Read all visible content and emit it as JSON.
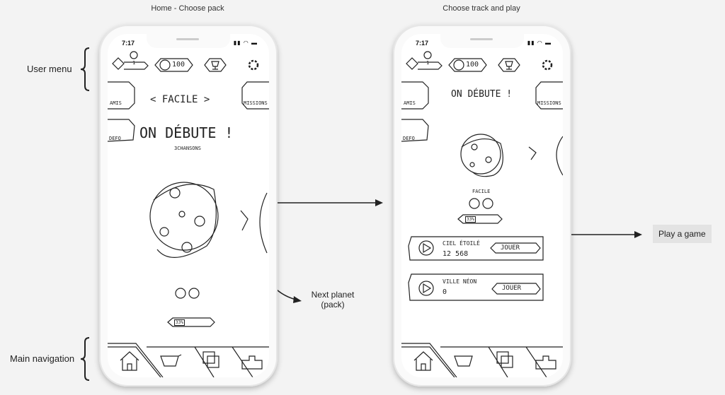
{
  "screens": [
    {
      "title": "Home - Choose pack",
      "time": "7:17",
      "level": "1",
      "coins": "100",
      "difficulty": "< FACILE >",
      "friends_label": "AMIS",
      "missions_label": "MISSIONS",
      "challenge_label": "DEFO",
      "pack_title": "ON DÉBUTE !",
      "pack_subtitle": "3CHANSONS",
      "progress": "33%"
    },
    {
      "title": "Choose track and play",
      "time": "7:17",
      "level": "1",
      "coins": "100",
      "friends_label": "AMIS",
      "missions_label": "MISSIONS",
      "challenge_label": "DEFO",
      "pack_title": "ON DÉBUTE !",
      "difficulty": "FACILE",
      "progress": "33%",
      "tracks": [
        {
          "name": "CIEL ÉTOILÉ",
          "score": "12 568",
          "button": "JOUER"
        },
        {
          "name": "VILLE NÉON",
          "score": "0",
          "button": "JOUER"
        }
      ]
    }
  ],
  "annotations": {
    "user_menu": "User menu",
    "main_navigation": "Main navigation",
    "next_planet": "Next planet",
    "next_planet_2": "(pack)",
    "play_game": "Play a game"
  }
}
